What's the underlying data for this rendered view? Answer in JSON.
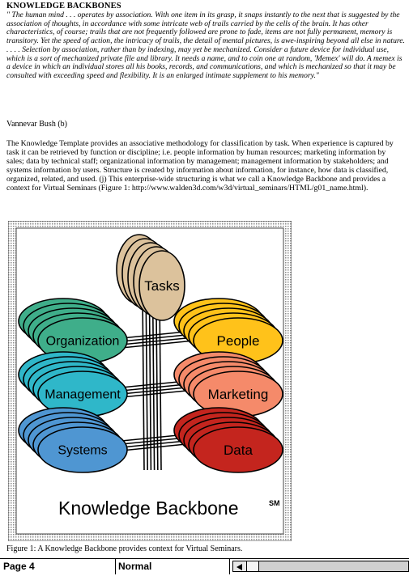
{
  "document": {
    "heading": "KNOWLEDGE BACKBONES",
    "quote": "\" The human mind . . . operates by association.  With one item in its grasp, it snaps instantly to the next that is suggested by the association of thoughts, in accordance with some intricate web of trails carried by the cells of the brain.  It has other characteristics, of course; trails that are not frequently followed are prone to fade, items are not fully permanent, memory is transitory. Yet the speed of action, the intricacy of trails, the detail of mental pictures, is awe-inspiring beyond all else in nature.   . . . .   Selection by association, rather than by indexing, may yet be mechanized.  Consider a future device for individual use, which is a sort of mechanized private file and library.  It needs a name, and to coin one at random, 'Memex' will do.  A memex is a device in which an individual stores all his books, records, and communications, and which is mechanized so that it may be consulted with exceeding speed and flexibility.  It is an enlarged intimate supplement to his memory.\"",
    "author": "Vannevar Bush (b)",
    "paragraph": "The Knowledge Template provides an associative methodology for classification by task.  When experience is captured by task it can be retrieved by function or discipline; i.e. people information by human resources; marketing information by sales; data by technical staff; organizational information by management; management information by stakeholders; and systems information by users.  Structure is created by information about information, for instance, how data is classified, organized, related, and used.   (j)  This enterprise-wide structuring is what we call a Knowledge Backbone and provides a context for Virtual Seminars (Figure 1: http://www.walden3d.com/w3d/virtual_seminars/HTML/g01_name.html).",
    "caption": "Figure 1: A Knowledge Backbone provides context for Virtual Seminars."
  },
  "figure": {
    "top_label": "Tasks",
    "left_labels": [
      "Organization",
      "Management",
      "Systems"
    ],
    "right_labels": [
      "People",
      "Marketing",
      "Data"
    ],
    "title": "Knowledge Backbone",
    "superscript": "SM",
    "colors": {
      "tasks": "#dcc29c",
      "organization": "#3fae8a",
      "management": "#2fb7c9",
      "systems": "#4f96d2",
      "people": "#ffc21a",
      "marketing": "#f58a6a",
      "data": "#c4251e",
      "frame": "#b0b0b0"
    }
  },
  "statusbar": {
    "page": "Page 4",
    "style": "Normal",
    "scroll_left_icon": "arrow-left-icon"
  }
}
